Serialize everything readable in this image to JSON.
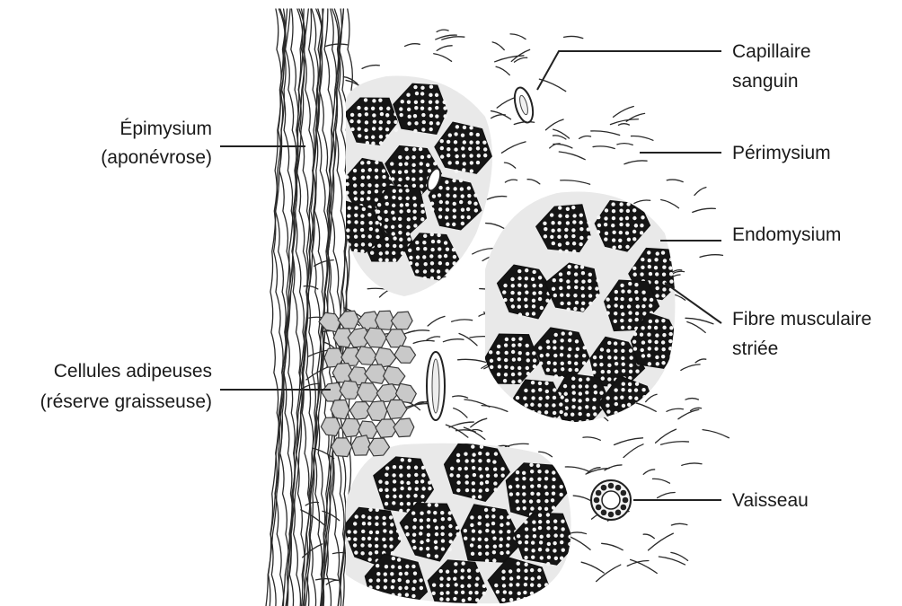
{
  "labels": {
    "epimysium_line1": "Épimysium",
    "epimysium_line2": "(aponévrose)",
    "adipose_line1": "Cellules adipeuses",
    "adipose_line2": "(réserve graisseuse)",
    "capillary_line1": "Capillaire",
    "capillary_line2": "sanguin",
    "perimysium": "Périmysium",
    "endomysium": "Endomysium",
    "fiber_line1": "Fibre musculaire",
    "fiber_line2": "striée",
    "vessel": "Vaisseau"
  },
  "colors": {
    "ink": "#151515",
    "fat": "#c9c9c9",
    "background": "#ffffff"
  }
}
